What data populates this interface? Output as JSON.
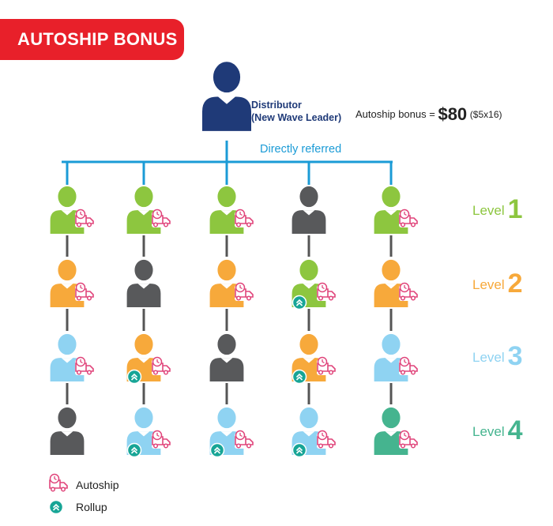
{
  "title": "AUTOSHIP BONUS",
  "distributor": {
    "label_line1": "Distributor",
    "label_line2": "(New Wave Leader)",
    "bonus_prefix": "Autoship bonus = ",
    "bonus_amount": "$80",
    "bonus_calc": "($5x16)"
  },
  "direct_label": "Directly referred",
  "levels": [
    {
      "word": "Level",
      "num": "1",
      "color": "#8dc63f"
    },
    {
      "word": "Level",
      "num": "2",
      "color": "#f7a93b"
    },
    {
      "word": "Level",
      "num": "3",
      "color": "#8fd3f2"
    },
    {
      "word": "Level",
      "num": "4",
      "color": "#45b48f"
    }
  ],
  "grid": [
    [
      {
        "color": "green",
        "autoship": true,
        "rollup": false
      },
      {
        "color": "orange",
        "autoship": true,
        "rollup": false
      },
      {
        "color": "lightblue",
        "autoship": true,
        "rollup": false
      },
      {
        "color": "gray",
        "autoship": false,
        "rollup": false
      }
    ],
    [
      {
        "color": "green",
        "autoship": true,
        "rollup": false
      },
      {
        "color": "gray",
        "autoship": false,
        "rollup": false
      },
      {
        "color": "orange",
        "autoship": true,
        "rollup": true
      },
      {
        "color": "lightblue",
        "autoship": true,
        "rollup": true
      }
    ],
    [
      {
        "color": "green",
        "autoship": true,
        "rollup": false
      },
      {
        "color": "orange",
        "autoship": true,
        "rollup": false
      },
      {
        "color": "gray",
        "autoship": false,
        "rollup": false
      },
      {
        "color": "lightblue",
        "autoship": true,
        "rollup": true
      }
    ],
    [
      {
        "color": "gray",
        "autoship": false,
        "rollup": false
      },
      {
        "color": "green",
        "autoship": true,
        "rollup": true
      },
      {
        "color": "orange",
        "autoship": true,
        "rollup": true
      },
      {
        "color": "lightblue",
        "autoship": true,
        "rollup": true
      }
    ],
    [
      {
        "color": "green",
        "autoship": true,
        "rollup": false
      },
      {
        "color": "orange",
        "autoship": true,
        "rollup": false
      },
      {
        "color": "lightblue",
        "autoship": true,
        "rollup": false
      },
      {
        "color": "teal",
        "autoship": true,
        "rollup": false
      }
    ]
  ],
  "colors": {
    "green": "#8dc63f",
    "orange": "#f7a93b",
    "lightblue": "#8fd3f2",
    "gray": "#58595b",
    "teal": "#45b48f",
    "navy": "#1f3a78",
    "accent_red": "#e8202a",
    "autoship_pink": "#e0457b",
    "rollup_teal": "#17a596",
    "line_blue": "#1b9bd6"
  },
  "legend": [
    {
      "icon": "autoship-icon",
      "label": "Autoship"
    },
    {
      "icon": "rollup-icon",
      "label": "Rollup"
    }
  ]
}
